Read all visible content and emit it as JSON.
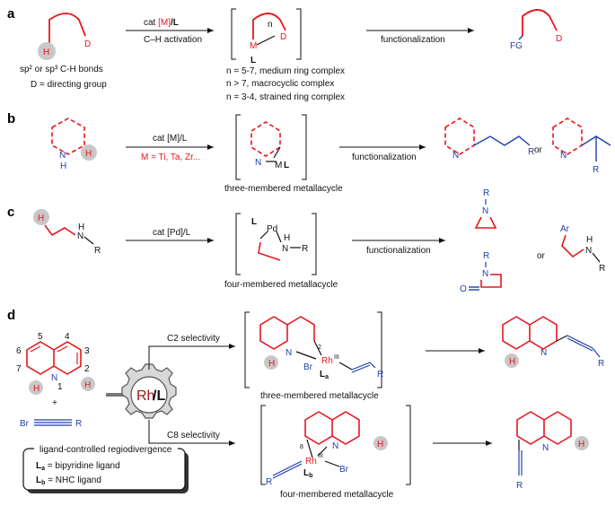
{
  "colors": {
    "red": "#e8161d",
    "blue": "#1f3fa8",
    "dark_red": "#a2151b",
    "gray_h": "#bdbdbd",
    "black": "#111111"
  },
  "panel_a": {
    "letter": "a",
    "h_label": "H",
    "d_label": "D",
    "bond_types": "sp² or sp³ C-H bonds",
    "dg_def": "D = directing group",
    "arrow1_top_pre": "cat ",
    "arrow1_top_m": "[M]",
    "arrow1_top_l": "/L",
    "arrow1_bottom": "C–H activation",
    "complex_n": "n",
    "complex_m": "M",
    "complex_d": "D",
    "complex_l": "L",
    "note1": "n = 5-7, medium ring complex",
    "note2": "n > 7, macrocyclic complex",
    "note3": "n = 3-4, strained ring complex",
    "arrow2_top": "functionalization",
    "product_fg": "FG",
    "product_d": "D"
  },
  "panel_b": {
    "letter": "b",
    "nh_label": "N",
    "nh_h": "H",
    "h_label": "H",
    "arrow1_top": "cat [M]/L",
    "arrow1_bottom": "M = Ti, Ta, Zr...",
    "cycle_n": "N",
    "cycle_m": "M",
    "cycle_l": "L",
    "cycle_caption": "three-membered metallacycle",
    "arrow2_top": "functionalization",
    "product1_r": "R",
    "or": "or",
    "product2_r": "R"
  },
  "panel_c": {
    "letter": "c",
    "h_label": "H",
    "sub_n": "N",
    "sub_h": "H",
    "sub_r": "R",
    "arrow1_top": "cat [Pd]/L",
    "cycle_l": "L",
    "cycle_pd": "Pd",
    "cycle_n": "N",
    "cycle_h": "H",
    "cycle_r": "R",
    "cycle_caption": "four-membered metallacycle",
    "arrow2_top": "functionalization",
    "aziridine_r": "R",
    "aziridine_n": "N",
    "lactam_r": "R",
    "lactam_n": "N",
    "lactam_o": "O",
    "or": "or",
    "amine_ar": "Ar",
    "amine_n": "N",
    "amine_h": "H",
    "amine_r": "R"
  },
  "panel_d": {
    "letter": "d",
    "positions": [
      "5",
      "4",
      "6",
      "3",
      "7",
      "2",
      "8",
      "1"
    ],
    "sub_n": "N",
    "h2": "H",
    "h8": "H",
    "plus": "+",
    "alkyne_br": "Br",
    "alkyne_r": "R",
    "catalyst_rh": "Rh",
    "catalyst_l": "/L",
    "c2_label": "C2 selectivity",
    "c8_label": "C8 selectivity",
    "upper_n": "N",
    "upper_rh": "Rh",
    "upper_ox": "III",
    "upper_pos": "2",
    "upper_br": "Br",
    "upper_la": "L",
    "upper_la_sub": "a",
    "upper_r": "R",
    "upper_h": "H",
    "upper_caption": "three-membered metallacycle",
    "lower_n": "N",
    "lower_rh": "Rh",
    "lower_ox": "III",
    "lower_pos": "8",
    "lower_br": "Br",
    "lower_lb": "L",
    "lower_lb_sub": "b",
    "lower_r": "R",
    "lower_h": "H",
    "lower_caption": "four-membered metallacycle",
    "prod1_n": "N",
    "prod1_h": "H",
    "prod1_r": "R",
    "prod2_n": "N",
    "prod2_h": "H",
    "prod2_r": "R",
    "box_title": "ligand-controlled regiodivergence",
    "la_sym": "L",
    "la_sub": "a",
    "la_def": " = bipyridine ligand",
    "lb_sym": "L",
    "lb_sub": "b",
    "lb_def": " = NHC ligand"
  }
}
